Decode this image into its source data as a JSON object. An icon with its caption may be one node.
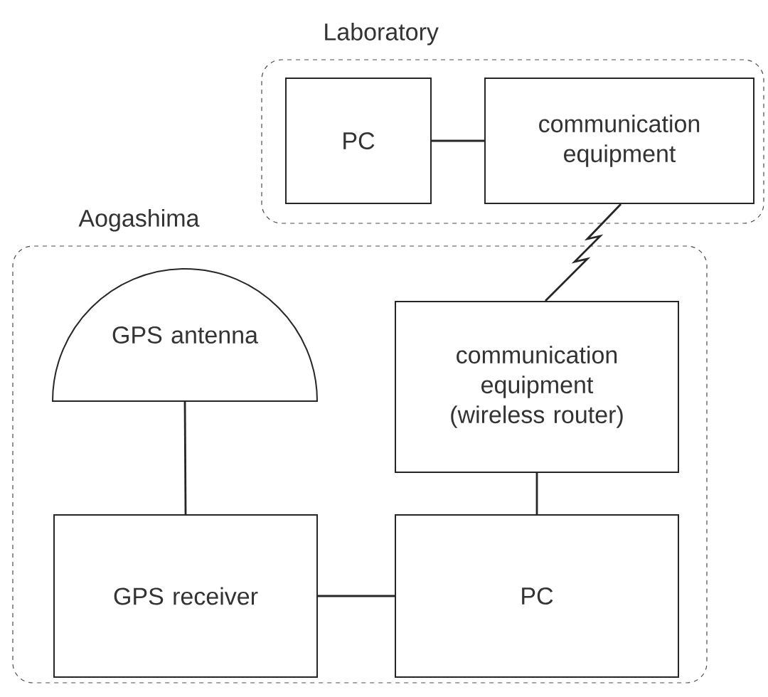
{
  "diagram": {
    "nodes": [
      {
        "text": [
          "Laboratory"
        ]
      },
      {
        "text": [
          "PC"
        ],
        "in": 0
      },
      {
        "text": [
          "communication equipment"
        ],
        "in": 0
      },
      {
        "text": [
          "Aogashima"
        ]
      },
      {
        "text": [
          "GPS antenna"
        ],
        "in": 3
      },
      {
        "text": [
          "communication equipment (wireless router)"
        ],
        "in": 3
      },
      {
        "text": [
          "GPS receiver"
        ],
        "in": 3
      },
      {
        "text": [
          "PC"
        ],
        "in": 3
      }
    ],
    "edges": [
      {
        "from": 1,
        "to": 2,
        "arrow": "none"
      },
      {
        "from": 2,
        "to": 5,
        "arrow": "none"
      },
      {
        "from": 4,
        "to": 6,
        "arrow": "none"
      },
      {
        "from": 6,
        "to": 7,
        "arrow": "none"
      },
      {
        "from": 5,
        "to": 7,
        "arrow": "none"
      }
    ]
  }
}
